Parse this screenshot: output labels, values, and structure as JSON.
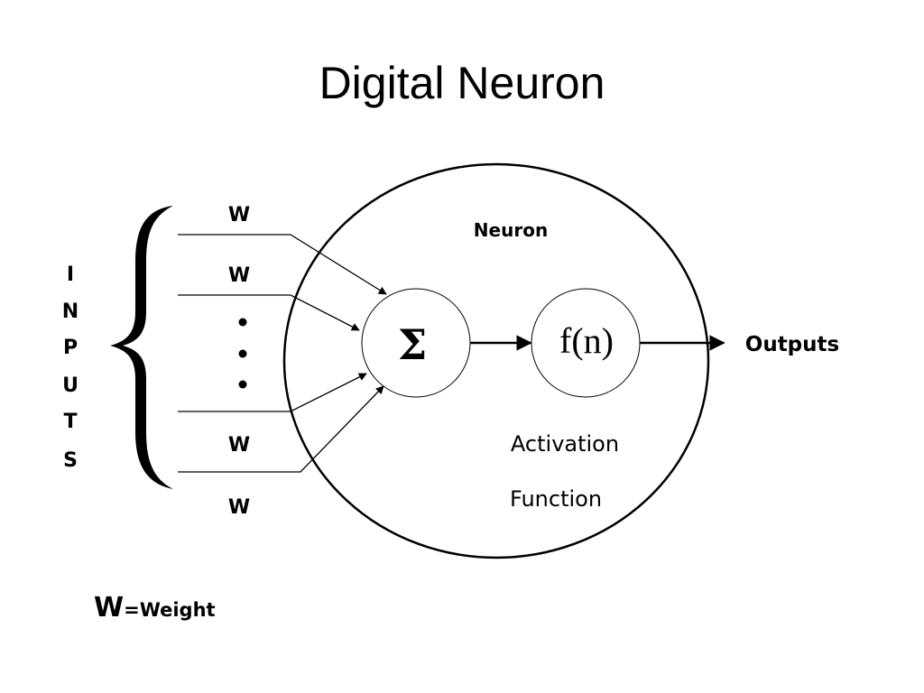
{
  "title": "Digital Neuron",
  "inputs_letters": [
    "I",
    "N",
    "P",
    "U",
    "T",
    "S"
  ],
  "weight_label": "W",
  "neuron_label": "Neuron",
  "sum_symbol": "Σ",
  "activation_symbol": "f(n)",
  "activation_label_line1": "Activation",
  "activation_label_line2": "Function",
  "outputs_label": "Outputs",
  "legend": {
    "symbol": "W",
    "text": "=Weight"
  },
  "colors": {
    "stroke": "#000000",
    "background": "#ffffff"
  }
}
